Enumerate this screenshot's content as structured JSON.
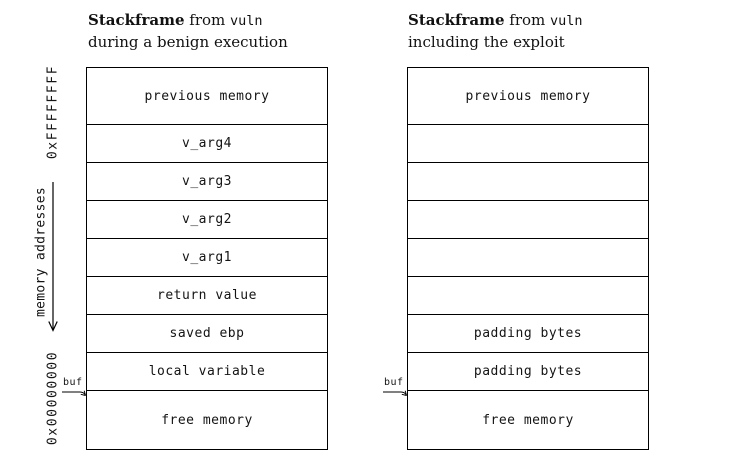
{
  "colors": {
    "background": "#ffffff",
    "line": "#000000",
    "text": "#141414"
  },
  "axis": {
    "top_address": "0xFFFFFFFF",
    "direction_label": "memory addresses",
    "bottom_address": "0x00000000"
  },
  "diagrams": [
    {
      "title": {
        "bold": "Stackframe",
        "mid": "from",
        "code": "vuln",
        "line2": "during a benign execution"
      },
      "buf_label": "buf",
      "rows": [
        "previous memory",
        "v_arg4",
        "v_arg3",
        "v_arg2",
        "v_arg1",
        "return value",
        "saved ebp",
        "local variable",
        "free memory"
      ]
    },
    {
      "title": {
        "bold": "Stackframe",
        "mid": "from",
        "code": "vuln",
        "line2": "including the exploit"
      },
      "buf_label": "buf",
      "rows": [
        "previous memory",
        "",
        "",
        "",
        "",
        "",
        "padding bytes",
        "padding bytes",
        "free memory"
      ]
    }
  ]
}
